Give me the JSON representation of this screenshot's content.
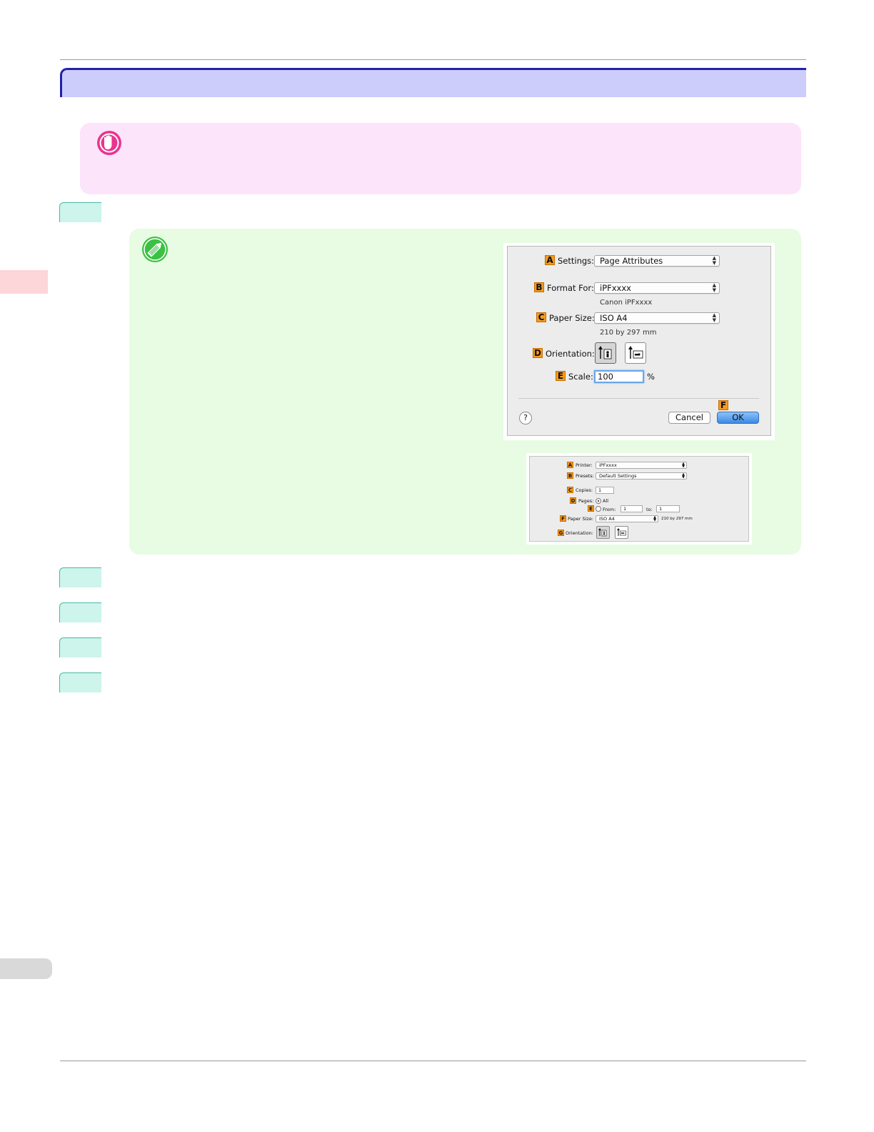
{
  "page_setup_dialog": {
    "settings": {
      "badge": "A",
      "label": "Settings:",
      "value": "Page Attributes"
    },
    "format_for": {
      "badge": "B",
      "label": "Format For:",
      "value": "iPFxxxx",
      "sub": "Canon iPFxxxx"
    },
    "paper_size": {
      "badge": "C",
      "label": "Paper Size:",
      "value": "ISO A4",
      "sub": "210 by 297 mm"
    },
    "orientation": {
      "badge": "D",
      "label": "Orientation:"
    },
    "scale": {
      "badge": "E",
      "label": "Scale:",
      "value": "100",
      "unit": "%"
    },
    "ok_badge": "F",
    "help_label": "?",
    "cancel_label": "Cancel",
    "ok_label": "OK"
  },
  "print_dialog": {
    "printer": {
      "badge": "A",
      "label": "Printer:",
      "value": "iPFxxxx"
    },
    "presets": {
      "badge": "B",
      "label": "Presets:",
      "value": "Default Settings"
    },
    "copies": {
      "badge": "C",
      "label": "Copies:",
      "value": "1"
    },
    "pages": {
      "badge": "D",
      "label": "Pages:",
      "all_label": "All"
    },
    "range": {
      "badge": "E",
      "from_label": "From:",
      "from_value": "1",
      "to_label": "to:",
      "to_value": "1"
    },
    "paper_size": {
      "badge": "F",
      "label": "Paper Size:",
      "value": "ISO A4",
      "sub": "210 by 297 mm"
    },
    "orientation": {
      "badge": "G",
      "label": "Orientation:"
    }
  },
  "colors": {
    "heading_bar": "#cdcdfb",
    "important_box": "#fce4fa",
    "note_box": "#e7fce2",
    "step_tab": "#cdf5ec",
    "badge": "#f59a1c"
  },
  "icons": {
    "important": "stop-hand-icon",
    "note": "pencil-icon"
  }
}
